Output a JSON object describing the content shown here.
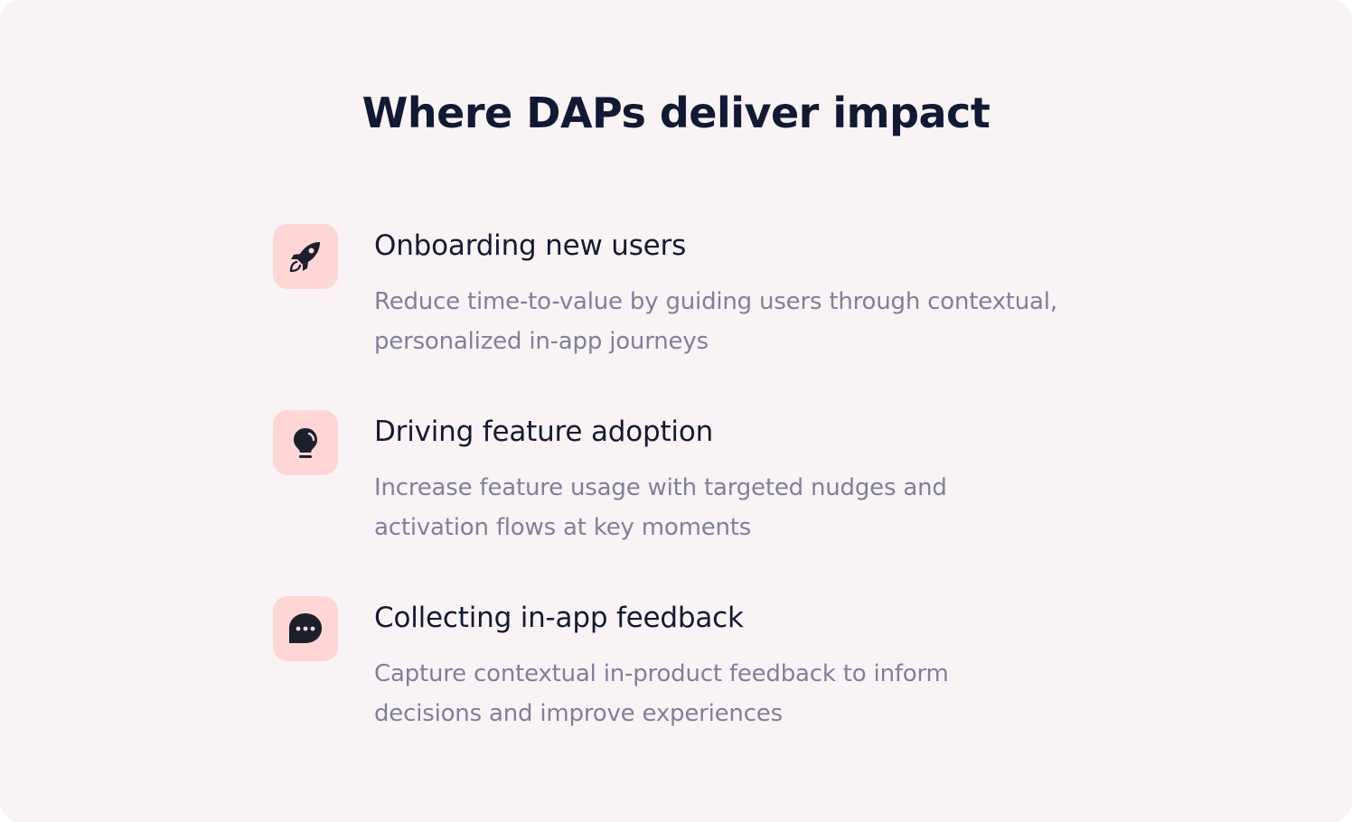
{
  "heading": "Where DAPs deliver impact",
  "colors": {
    "background": "#faf3f6",
    "icon_tile": "#ffd6d6",
    "title": "#121a33",
    "description": "#7f8099",
    "icon": "#1d1f2b"
  },
  "items": [
    {
      "icon": "rocket-icon",
      "title": "Onboarding new users",
      "description": "Reduce time-to-value by guiding users through contextual, personalized in-app journeys"
    },
    {
      "icon": "lightbulb-icon",
      "title": "Driving feature adoption",
      "description": "Increase feature usage with targeted nudges and activation flows at key moments"
    },
    {
      "icon": "chat-bubble-icon",
      "title": "Collecting in-app feedback",
      "description": "Capture contextual in-product feedback to inform decisions and improve experiences"
    }
  ]
}
